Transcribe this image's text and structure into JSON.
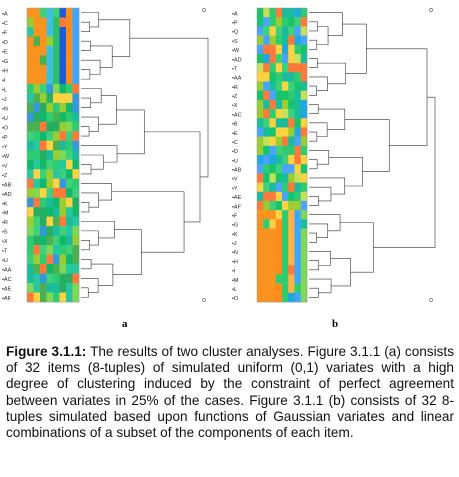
{
  "figure": {
    "panel_a": {
      "letter": "a",
      "row_labels": [
        "A",
        "C",
        "F",
        "D",
        "E",
        "G",
        "H",
        "I",
        "L",
        "J",
        "N",
        "U",
        "O",
        "P",
        "Y",
        "W",
        "V",
        "Z",
        "AB",
        "AD",
        "K",
        "M",
        "R",
        "S",
        "X",
        "T",
        "U",
        "AA",
        "AC",
        "AE",
        "AF"
      ],
      "groups": [
        8,
        23
      ],
      "heatmap_colors": {
        "group1": [
          "#f7931e",
          "#f7931e",
          "#f7931e",
          "#3fc0e0",
          "#2dbf6a",
          "#1e5bd8",
          "#ff8c1a",
          "#3ca6ff"
        ],
        "group2_palette": [
          "#2ecc71",
          "#27ae60",
          "#4caf50",
          "#1abc9c",
          "#3fd17a",
          "#0fb86b",
          "#7fd957",
          "#ffd23f",
          "#ff7a3a",
          "#3498db",
          "#27c7a1",
          "#9acd32"
        ]
      }
    },
    "panel_b": {
      "letter": "b",
      "row_labels": [
        "A",
        "P",
        "Q",
        "S",
        "W",
        "AD",
        "T",
        "AA",
        "R",
        "Z",
        "X",
        "AC",
        "B",
        "E",
        "C",
        "D",
        "U",
        "AB",
        "V",
        "Y",
        "AE",
        "AF",
        "F",
        "G",
        "K",
        "J",
        "N",
        "H",
        "I",
        "M",
        "L",
        "O"
      ],
      "groups": [
        22,
        10
      ],
      "heatmap_colors": {
        "group1_palette": [
          "#1ea7e1",
          "#2ecc71",
          "#3fd17a",
          "#9acd32",
          "#ffd23f",
          "#ff7a3a",
          "#1abc9c",
          "#4aa3ff",
          "#16c46b",
          "#c6e05a"
        ],
        "group2": [
          "#f7931e",
          "#f7931e",
          "#f7931e",
          "#ff8c1a",
          "#2ecc71",
          "#ffb347",
          "#3ca6ff",
          "#7fd957"
        ]
      }
    }
  },
  "caption": {
    "lead": "Figure 3.1.1:",
    "text": " The results of two cluster analyses. Figure 3.1.1 (a) consists of 32 items (8-tuples) of simulated uniform (0,1) variates with a high degree of clustering induced by the constraint of perfect agreement between variates in 25% of the cases. Figure 3.1.1 (b) consists of 32 8-tuples simulated based upon functions of Gaussian variates and linear combinations of a subset of the components of each item."
  }
}
